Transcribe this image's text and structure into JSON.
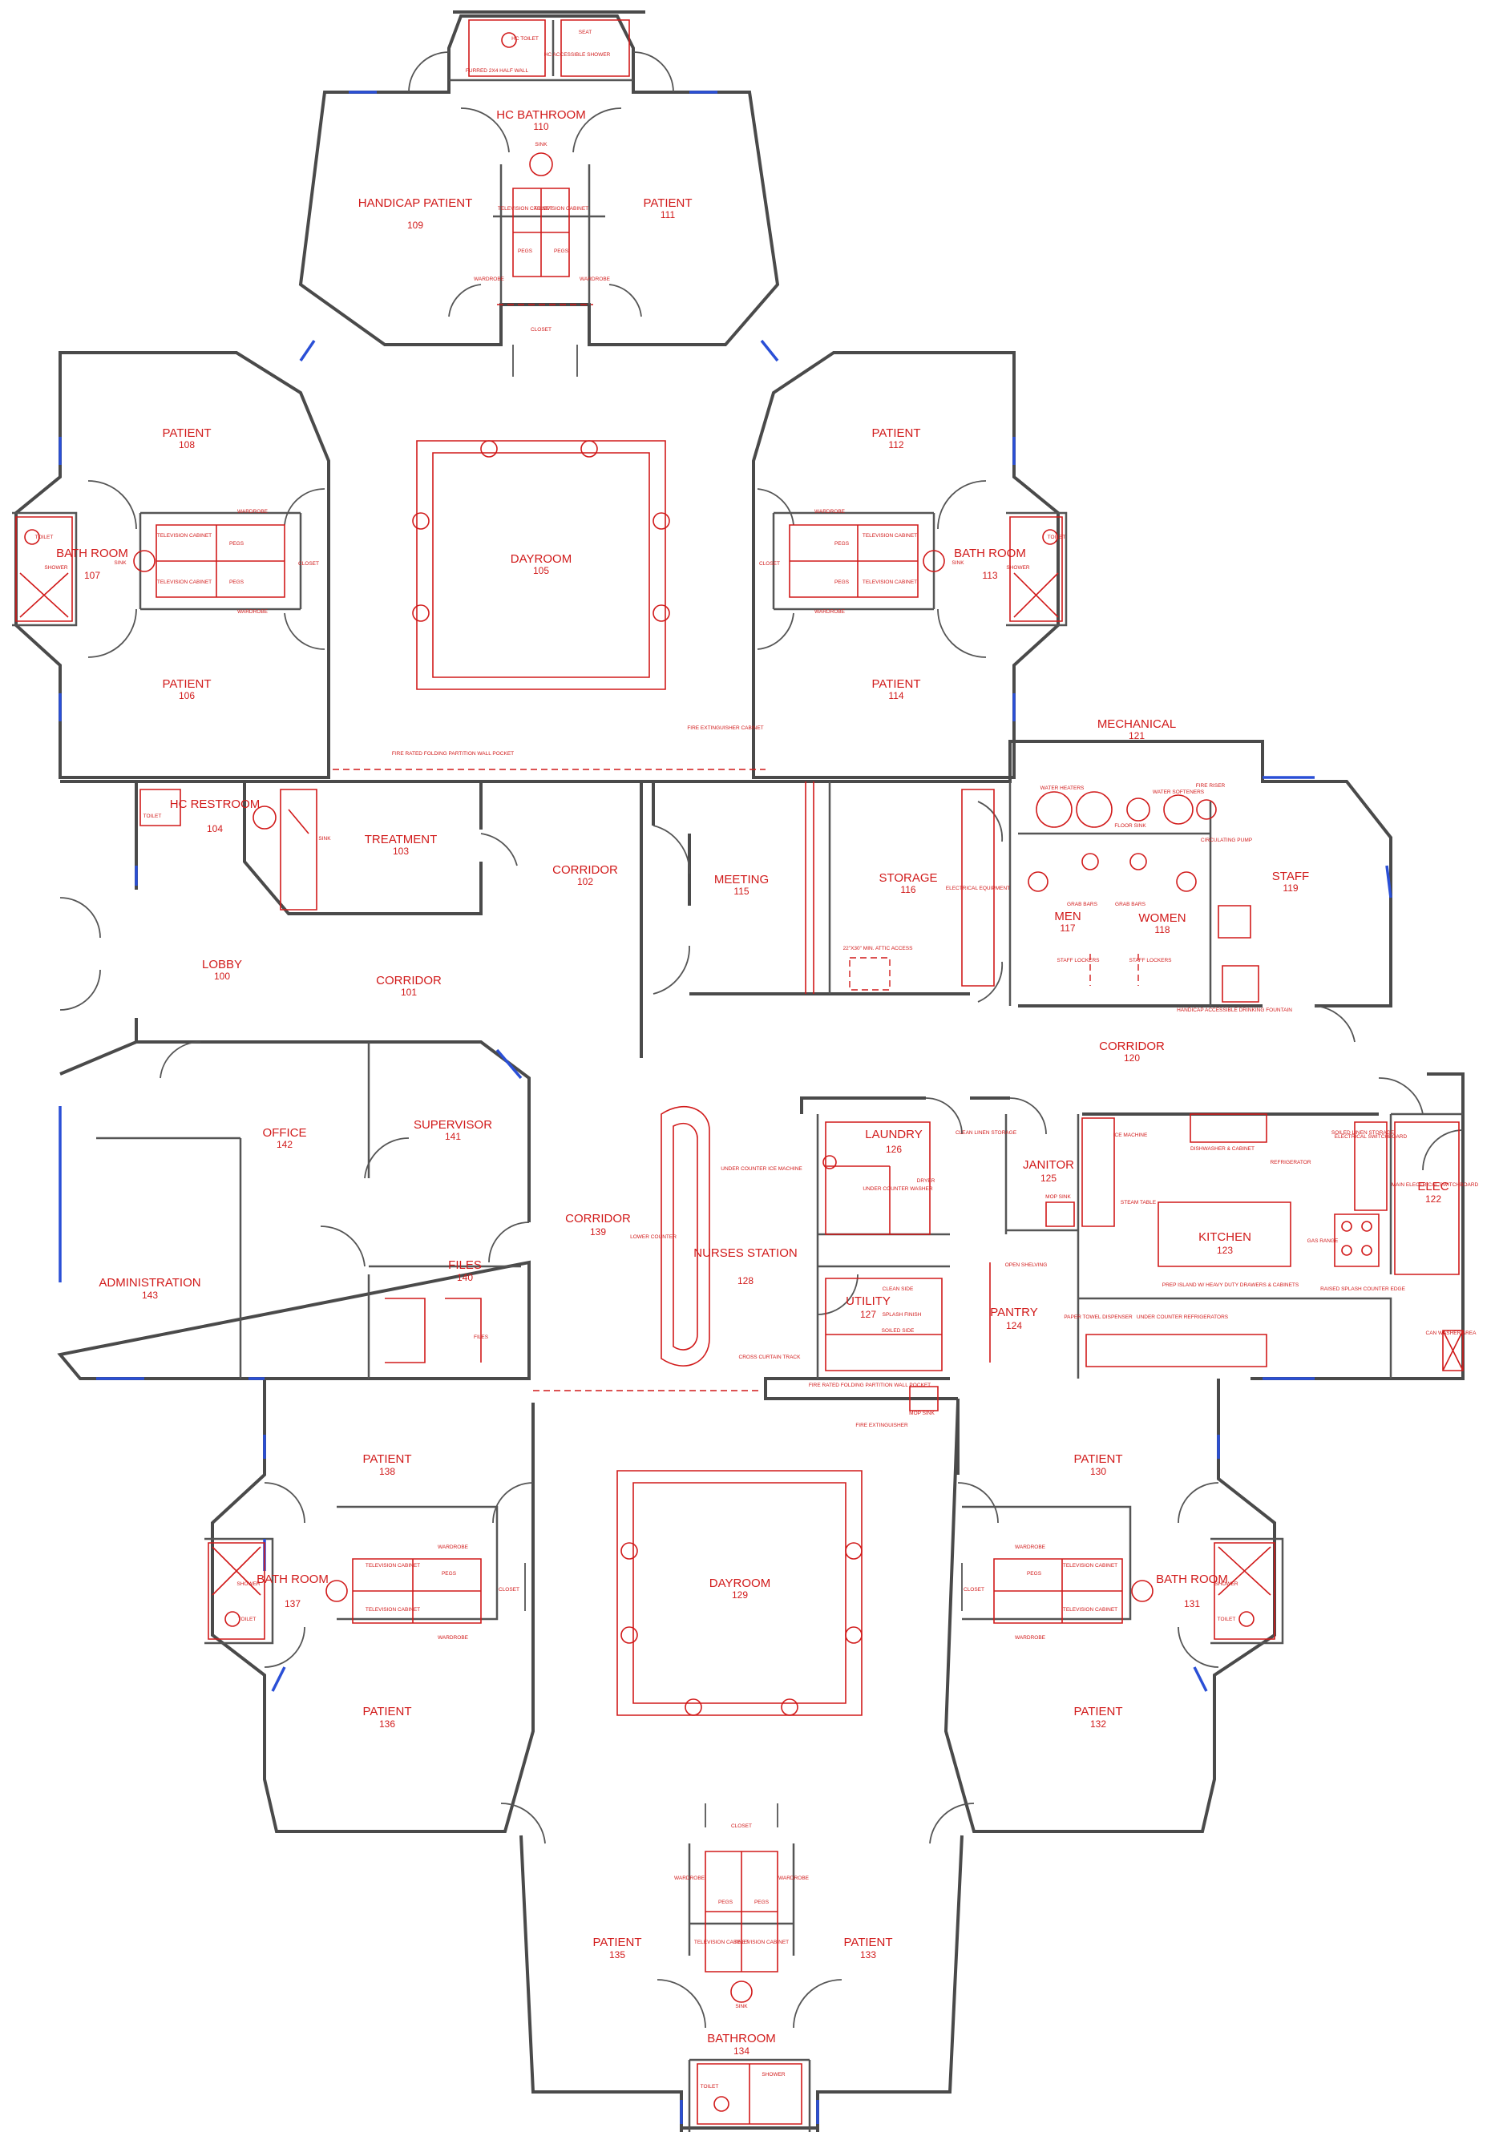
{
  "colors": {
    "wall": "#4a4a4a",
    "window": "#2a4fd6",
    "annotation": "#d11a1a",
    "background": "#ffffff"
  },
  "rooms": [
    {
      "key": "r110",
      "name": "HC BATHROOM",
      "number": "110"
    },
    {
      "key": "r109",
      "name": "HANDICAP PATIENT",
      "number": "109"
    },
    {
      "key": "r111",
      "name": "PATIENT",
      "number": "111"
    },
    {
      "key": "r108",
      "name": "PATIENT",
      "number": "108"
    },
    {
      "key": "r112",
      "name": "PATIENT",
      "number": "112"
    },
    {
      "key": "r107",
      "name": "BATH ROOM",
      "number": "107"
    },
    {
      "key": "r113",
      "name": "BATH ROOM",
      "number": "113"
    },
    {
      "key": "r105",
      "name": "DAYROOM",
      "number": "105"
    },
    {
      "key": "r106",
      "name": "PATIENT",
      "number": "106"
    },
    {
      "key": "r114",
      "name": "PATIENT",
      "number": "114"
    },
    {
      "key": "r121",
      "name": "MECHANICAL",
      "number": "121"
    },
    {
      "key": "r104",
      "name": "HC RESTROOM",
      "number": "104"
    },
    {
      "key": "r103",
      "name": "TREATMENT",
      "number": "103"
    },
    {
      "key": "r102",
      "name": "CORRIDOR",
      "number": "102"
    },
    {
      "key": "r115",
      "name": "MEETING",
      "number": "115"
    },
    {
      "key": "r116",
      "name": "STORAGE",
      "number": "116"
    },
    {
      "key": "r117",
      "name": "MEN",
      "number": "117"
    },
    {
      "key": "r118",
      "name": "WOMEN",
      "number": "118"
    },
    {
      "key": "r119",
      "name": "STAFF",
      "number": "119"
    },
    {
      "key": "r100",
      "name": "LOBBY",
      "number": "100"
    },
    {
      "key": "r101",
      "name": "CORRIDOR",
      "number": "101"
    },
    {
      "key": "r120",
      "name": "CORRIDOR",
      "number": "120"
    },
    {
      "key": "r142",
      "name": "OFFICE",
      "number": "142"
    },
    {
      "key": "r141",
      "name": "SUPERVISOR",
      "number": "141"
    },
    {
      "key": "r126",
      "name": "LAUNDRY",
      "number": "126"
    },
    {
      "key": "r125",
      "name": "JANITOR",
      "number": "125"
    },
    {
      "key": "r122",
      "name": "ELEC",
      "number": "122"
    },
    {
      "key": "r139",
      "name": "CORRIDOR",
      "number": "139"
    },
    {
      "key": "r128",
      "name": "NURSES STATION",
      "number": "128"
    },
    {
      "key": "r123",
      "name": "KITCHEN",
      "number": "123"
    },
    {
      "key": "r143",
      "name": "ADMINISTRATION",
      "number": "143"
    },
    {
      "key": "r140",
      "name": "FILES",
      "number": "140"
    },
    {
      "key": "r127",
      "name": "UTILITY",
      "number": "127"
    },
    {
      "key": "r124",
      "name": "PANTRY",
      "number": "124"
    },
    {
      "key": "r138",
      "name": "PATIENT",
      "number": "138"
    },
    {
      "key": "r130",
      "name": "PATIENT",
      "number": "130"
    },
    {
      "key": "r137",
      "name": "BATH ROOM",
      "number": "137"
    },
    {
      "key": "r129",
      "name": "DAYROOM",
      "number": "129"
    },
    {
      "key": "r131",
      "name": "BATH ROOM",
      "number": "131"
    },
    {
      "key": "r136",
      "name": "PATIENT",
      "number": "136"
    },
    {
      "key": "r132",
      "name": "PATIENT",
      "number": "132"
    },
    {
      "key": "r135",
      "name": "PATIENT",
      "number": "135"
    },
    {
      "key": "r133",
      "name": "PATIENT",
      "number": "133"
    },
    {
      "key": "r134",
      "name": "BATHROOM",
      "number": "134"
    }
  ],
  "notes": [
    "HC TOILET",
    "SEAT",
    "HC ACCESSIBLE SHOWER",
    "FURRED 2X4 HALF WALL",
    "SINK",
    "TELEVISION CABINET",
    "PEGS",
    "WARDROBE",
    "CLOSET",
    "TOILET",
    "SHOWER",
    "FIRE RATED FOLDING PARTITION WALL POCKET",
    "FIRE EXTINGUISHER CABINET",
    "WATER HEATERS",
    "WATER SOFTENERS",
    "FLOOR SINK",
    "FIRE RISER",
    "CIRCULATING PUMP",
    "ELECTRICAL EQUIPMENT",
    "GRAB BARS",
    "STAFF LOCKERS",
    "HANDICAP ACCESSIBLE DRINKING FOUNTAIN",
    "22\"X30\" MIN. ATTIC ACCESS",
    "CLEAN LINEN STORAGE",
    "SOILED LINEN STORAGE",
    "ICE MACHINE",
    "DISHWASHER & CABINET",
    "REFRIGERATOR",
    "MOP SINK",
    "STEAM TABLE",
    "GAS RANGE",
    "RAISED SPLASH COUNTER EDGE",
    "ELECTRICAL SWITCHBOARD",
    "MAIN ELECTRICAL SWITCHBOARD",
    "PREP ISLAND W/ HEAVY DUTY DRAWERS & CABINETS",
    "LOWER COUNTER",
    "UNDER COUNTER ICE MACHINE",
    "UNDER COUNTER WASHER",
    "DRYER",
    "CLEAN SIDE",
    "SOILED SIDE",
    "SPLASH FINISH",
    "OPEN SHELVING",
    "PAPER TOWEL DISPENSER",
    "UNDER COUNTER REFRIGERATORS",
    "FIRE EXTINGUISHER",
    "CAN WASHER AREA",
    "CROSS CURTAIN TRACK",
    "FILES"
  ]
}
